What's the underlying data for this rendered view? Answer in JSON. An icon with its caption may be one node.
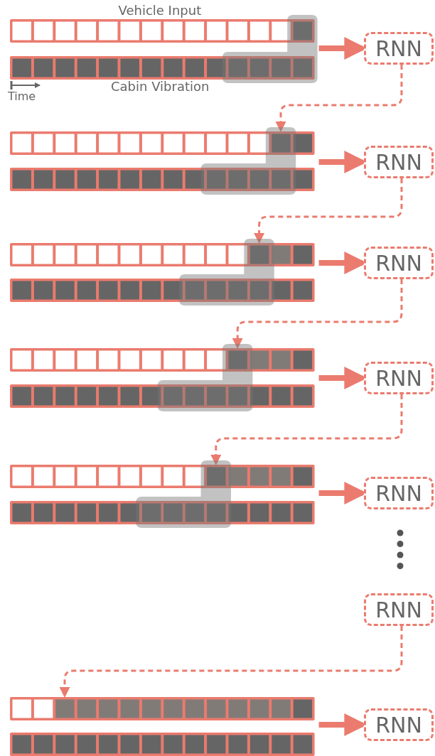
{
  "diagram": {
    "nodes": [
      {
        "text": [],
        "shape": "bar",
        "beside": [
          "Vehicle Input"
        ]
      },
      {
        "text": [],
        "shape": "bar",
        "beside": [
          "Cabin Vibration"
        ]
      },
      {
        "text": [
          "RNN"
        ]
      },
      {
        "text": [],
        "shape": "bar"
      },
      {
        "text": [],
        "shape": "bar"
      },
      {
        "text": [
          "RNN"
        ]
      },
      {
        "text": [],
        "shape": "bar"
      },
      {
        "text": [],
        "shape": "bar"
      },
      {
        "text": [
          "RNN"
        ]
      },
      {
        "text": [],
        "shape": "bar"
      },
      {
        "text": [],
        "shape": "bar"
      },
      {
        "text": [
          "RNN"
        ]
      },
      {
        "text": [],
        "shape": "bar"
      },
      {
        "text": [],
        "shape": "bar"
      },
      {
        "text": [
          "RNN"
        ]
      },
      {
        "text": [
          "RNN"
        ]
      },
      {
        "text": [],
        "shape": "bar"
      },
      {
        "text": [],
        "shape": "bar"
      },
      {
        "text": [
          "RNN"
        ]
      }
    ],
    "edges": [
      {
        "from": 0,
        "to": 2,
        "arrow": "to"
      },
      {
        "from": 2,
        "to": 3,
        "arrow": "to",
        "style": "dashed"
      },
      {
        "from": 3,
        "to": 5,
        "arrow": "to"
      },
      {
        "from": 5,
        "to": 6,
        "arrow": "to",
        "style": "dashed"
      },
      {
        "from": 6,
        "to": 8,
        "arrow": "to"
      },
      {
        "from": 8,
        "to": 9,
        "arrow": "to",
        "style": "dashed"
      },
      {
        "from": 9,
        "to": 11,
        "arrow": "to"
      },
      {
        "from": 11,
        "to": 12,
        "arrow": "to",
        "style": "dashed"
      },
      {
        "from": 12,
        "to": 14,
        "arrow": "to"
      },
      {
        "from": 15,
        "to": 16,
        "arrow": "to",
        "style": "dashed"
      },
      {
        "from": 16,
        "to": 18,
        "arrow": "to"
      }
    ],
    "labels": [
      "Time"
    ]
  }
}
